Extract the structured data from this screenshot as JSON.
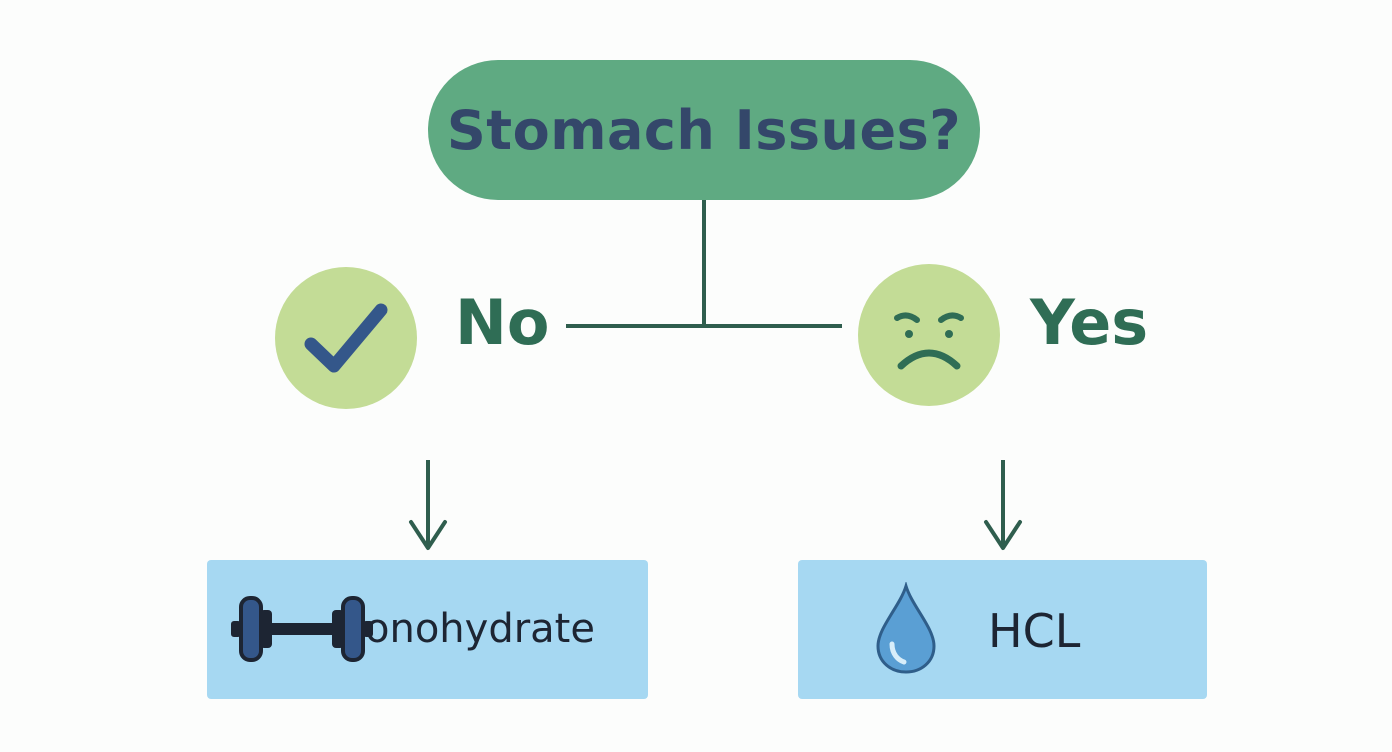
{
  "diagram": {
    "question": "Stomach Issues?",
    "branches": {
      "no": {
        "label": "No",
        "icon": "checkmark-icon",
        "result": {
          "label": "onohydrate",
          "icon": "dumbbell-icon"
        }
      },
      "yes": {
        "label": "Yes",
        "icon": "sad-face-icon",
        "result": {
          "label": "HCL",
          "icon": "water-drop-icon"
        }
      }
    }
  },
  "colors": {
    "question_fill": "#5faa82",
    "question_text": "#34476a",
    "answer_circle": "#c3dc96",
    "answer_text": "#2f6d55",
    "connector": "#2f5e4e",
    "result_fill": "#a6d8f2",
    "result_text": "#1d2533"
  }
}
